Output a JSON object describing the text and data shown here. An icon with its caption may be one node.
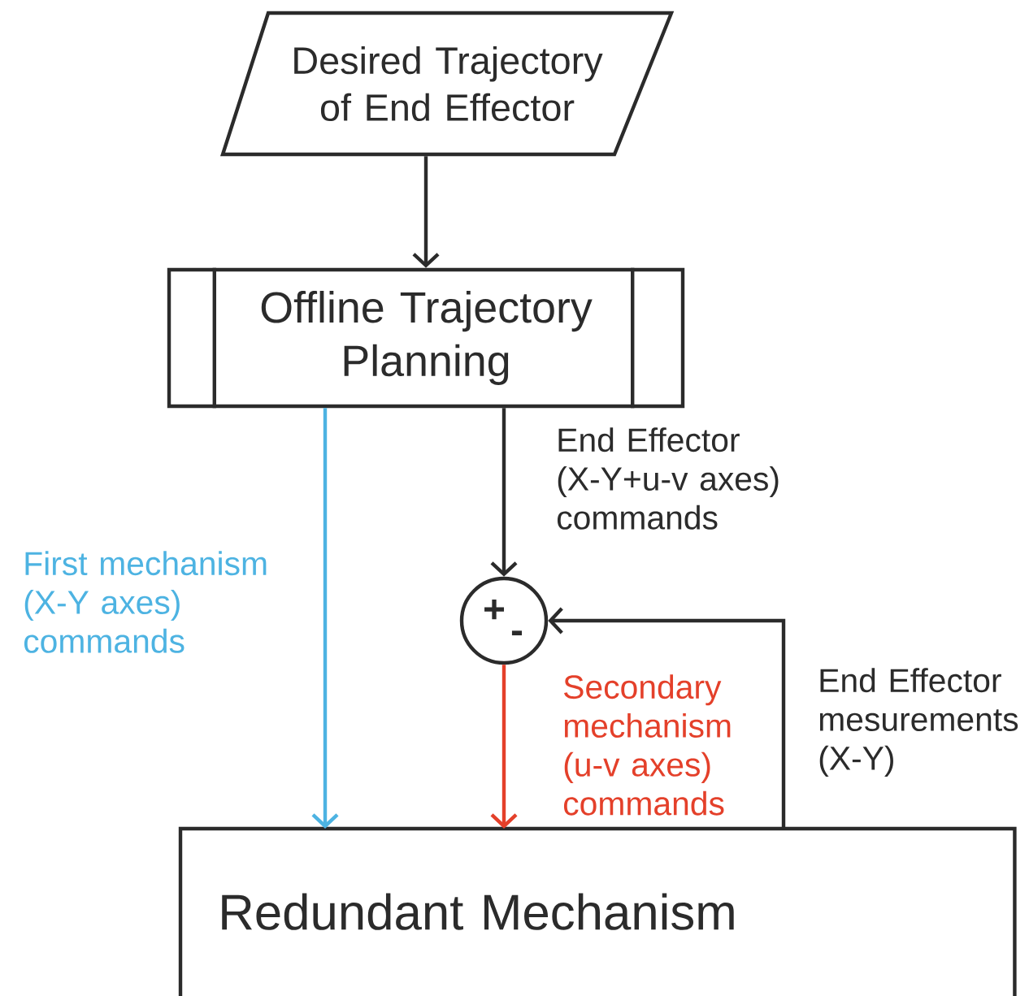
{
  "diagram": {
    "nodes": [
      {
        "text": [
          "Desired Trajectory of End Effector"
        ]
      },
      {
        "text": [
          "Offline Trajectory Planning"
        ]
      },
      {
        "text": [
          "+",
          "-"
        ]
      },
      {
        "text": [
          "Redundant Mechanism"
        ]
      }
    ],
    "edges": [
      {
        "from": 0,
        "to": 1,
        "arrow": "to"
      },
      {
        "from": 1,
        "to": 3,
        "arrow": "to",
        "label": "First mechanism (X-Y axes) commands",
        "color": "#4db3e2"
      },
      {
        "from": 1,
        "to": 2,
        "arrow": "to",
        "label": "End Effector (X-Y+u-v axes) commands"
      },
      {
        "from": 2,
        "to": 3,
        "arrow": "to",
        "label": "Secondary mechanism (u-v axes) commands",
        "color": "#e4402a"
      },
      {
        "from": 3,
        "to": 2,
        "arrow": "to",
        "label": "End Effector mesurements (X-Y)"
      }
    ]
  }
}
